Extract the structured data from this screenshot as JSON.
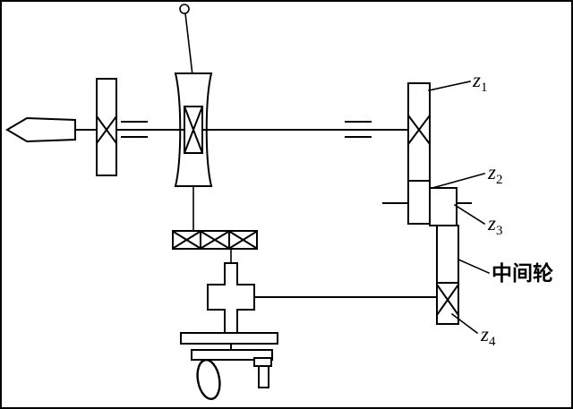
{
  "figure": {
    "background": "#ffffff",
    "line_color": "#000000",
    "labels": {
      "z1": {
        "base": "z",
        "sub": "1"
      },
      "z2": {
        "base": "z",
        "sub": "2"
      },
      "z3": {
        "base": "z",
        "sub": "3"
      },
      "z4": {
        "base": "z",
        "sub": "4"
      },
      "intermediate_wheel": "中间轮"
    }
  }
}
